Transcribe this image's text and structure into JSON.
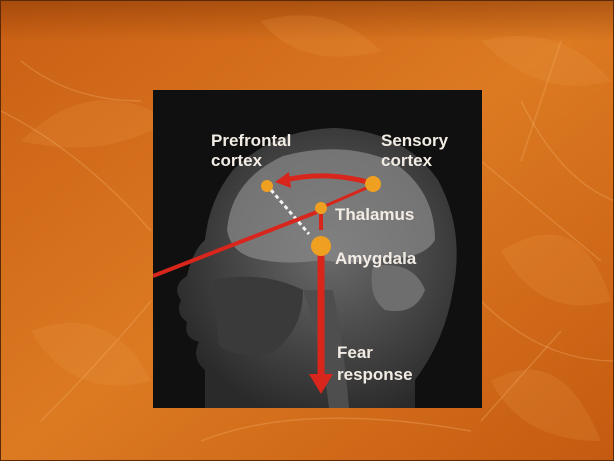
{
  "colors": {
    "slide_background": "#d8731c",
    "slide_background_dark": "#b5520c",
    "figure_background": "#101010",
    "pathway_arrow": "#d8261c",
    "node": "#f0a020",
    "label_text": "#f2ece4"
  },
  "diagram": {
    "labels": {
      "prefrontal": [
        "Prefrontal",
        "cortex"
      ],
      "sensory": [
        "Sensory",
        "cortex"
      ],
      "thalamus": "Thalamus",
      "amygdala": "Amygdala",
      "fear": [
        "Fear",
        "response"
      ]
    },
    "nodes": [
      "prefrontal-cortex",
      "sensory-cortex",
      "thalamus",
      "amygdala"
    ]
  }
}
